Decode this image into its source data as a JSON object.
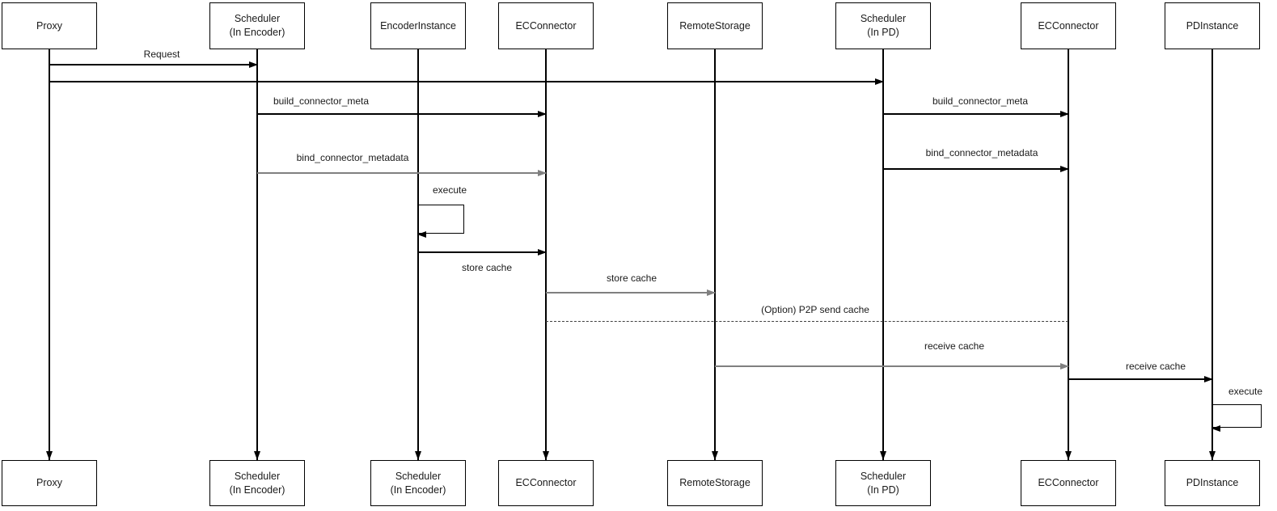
{
  "actors_top": [
    {
      "label": "Proxy"
    },
    {
      "label": "Scheduler\n(In Encoder)"
    },
    {
      "label": "EncoderInstance"
    },
    {
      "label": "ECConnector"
    },
    {
      "label": "RemoteStorage"
    },
    {
      "label": "Scheduler\n(In PD)"
    },
    {
      "label": "ECConnector"
    },
    {
      "label": "PDInstance"
    }
  ],
  "actors_bottom": [
    {
      "label": "Proxy"
    },
    {
      "label": "Scheduler\n(In Encoder)"
    },
    {
      "label": "Scheduler\n(In Encoder)"
    },
    {
      "label": "ECConnector"
    },
    {
      "label": "RemoteStorage"
    },
    {
      "label": "Scheduler\n(In PD)"
    },
    {
      "label": "ECConnector"
    },
    {
      "label": "PDInstance"
    }
  ],
  "messages": [
    {
      "label": "Request",
      "from": "Proxy",
      "to": "Scheduler (In Encoder)",
      "style": "solid",
      "color": "#000000"
    },
    {
      "label": "",
      "from": "Proxy",
      "to": "Scheduler (In PD)",
      "style": "solid",
      "color": "#000000"
    },
    {
      "label": "build_connector_meta",
      "from": "Scheduler (In Encoder)",
      "to": "ECConnector",
      "style": "solid",
      "color": "#000000"
    },
    {
      "label": "build_connector_meta",
      "from": "Scheduler (In PD)",
      "to": "ECConnector",
      "style": "solid",
      "color": "#000000"
    },
    {
      "label": "bind_connector_metadata",
      "from": "Scheduler (In Encoder)",
      "to": "ECConnector",
      "style": "solid",
      "color": "#808080"
    },
    {
      "label": "bind_connector_metadata",
      "from": "Scheduler (In PD)",
      "to": "ECConnector",
      "style": "solid",
      "color": "#000000"
    },
    {
      "label": "execute",
      "from": "EncoderInstance",
      "to": "EncoderInstance",
      "style": "self-loop",
      "color": "#000000"
    },
    {
      "label": "store cache",
      "from": "EncoderInstance",
      "to": "ECConnector",
      "style": "solid",
      "color": "#000000"
    },
    {
      "label": "store cache",
      "from": "ECConnector",
      "to": "RemoteStorage",
      "style": "solid",
      "color": "#808080"
    },
    {
      "label": "(Option) P2P send cache",
      "from": "ECConnector",
      "to": "ECConnector (PD side)",
      "style": "dashed",
      "color": "#404040"
    },
    {
      "label": "receive cache",
      "from": "RemoteStorage",
      "to": "ECConnector (PD side)",
      "style": "solid",
      "color": "#808080"
    },
    {
      "label": "receive cache",
      "from": "ECConnector (PD side)",
      "to": "PDInstance",
      "style": "solid",
      "color": "#000000"
    },
    {
      "label": "execute",
      "from": "PDInstance",
      "to": "PDInstance",
      "style": "self-loop",
      "color": "#000000"
    }
  ],
  "colors": {
    "background": "#ffffff",
    "shape_fill": "#ffffff",
    "shape_border": "#000000",
    "text": "#1a1a1a",
    "line_primary": "#000000",
    "line_secondary": "#808080"
  }
}
